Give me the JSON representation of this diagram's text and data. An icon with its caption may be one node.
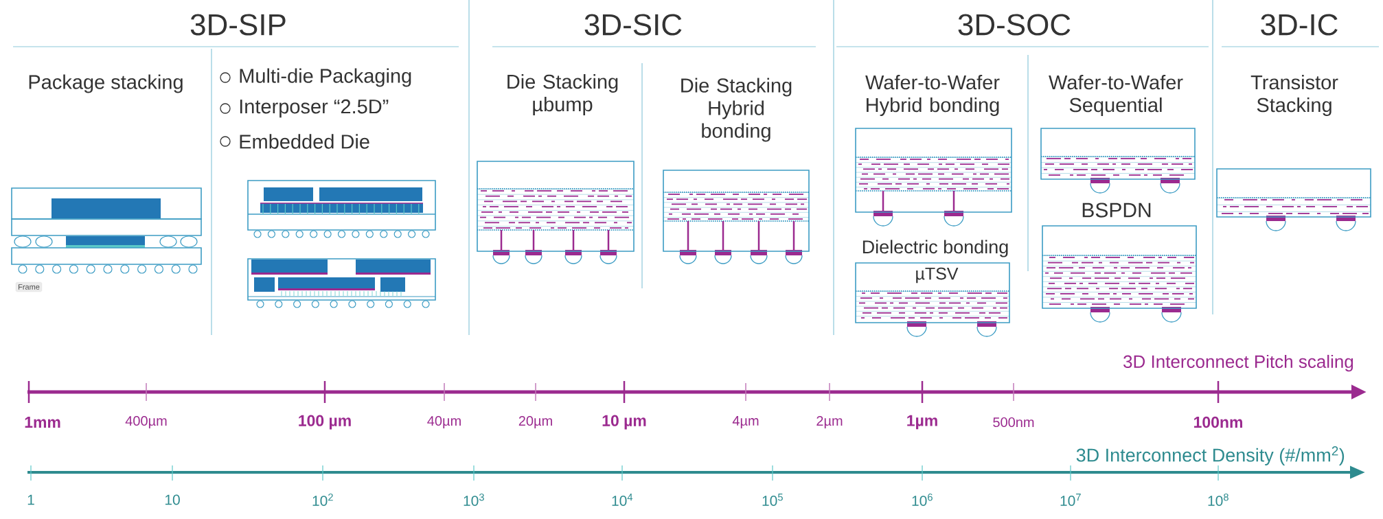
{
  "diagram": {
    "labels": [
      "3D-SIP",
      "3D-SIC",
      "3D-SOC",
      "3D-IC",
      "Package stacking",
      "Multi-die Packaging",
      "Interposer “2.5D”",
      "Embedded Die",
      "Die Stacking µbump",
      "Die Stacking Hybrid bonding",
      "Wafer-to-Wafer Hybrid bonding",
      "Wafer-to-Wafer Sequential",
      "Transistor Stacking",
      "BSPDN",
      "Frame",
      "Dielectric bonding",
      "µTSV",
      "3D Interconnect Pitch scaling",
      "1mm",
      "400µm",
      "100 µm",
      "40µm",
      "20µm",
      "10 µm",
      "4µm",
      "2µm",
      "1µm",
      "500nm",
      "100nm",
      "3D Interconnect Density (#/mm$^{2}$)",
      "1",
      "10",
      "10$^{2}$",
      "10$^{3}$",
      "10$^{4}$",
      "10$^{5}$",
      "10$^{6}$",
      "10$^{7}$",
      "10$^{8}$"
    ]
  }
}
